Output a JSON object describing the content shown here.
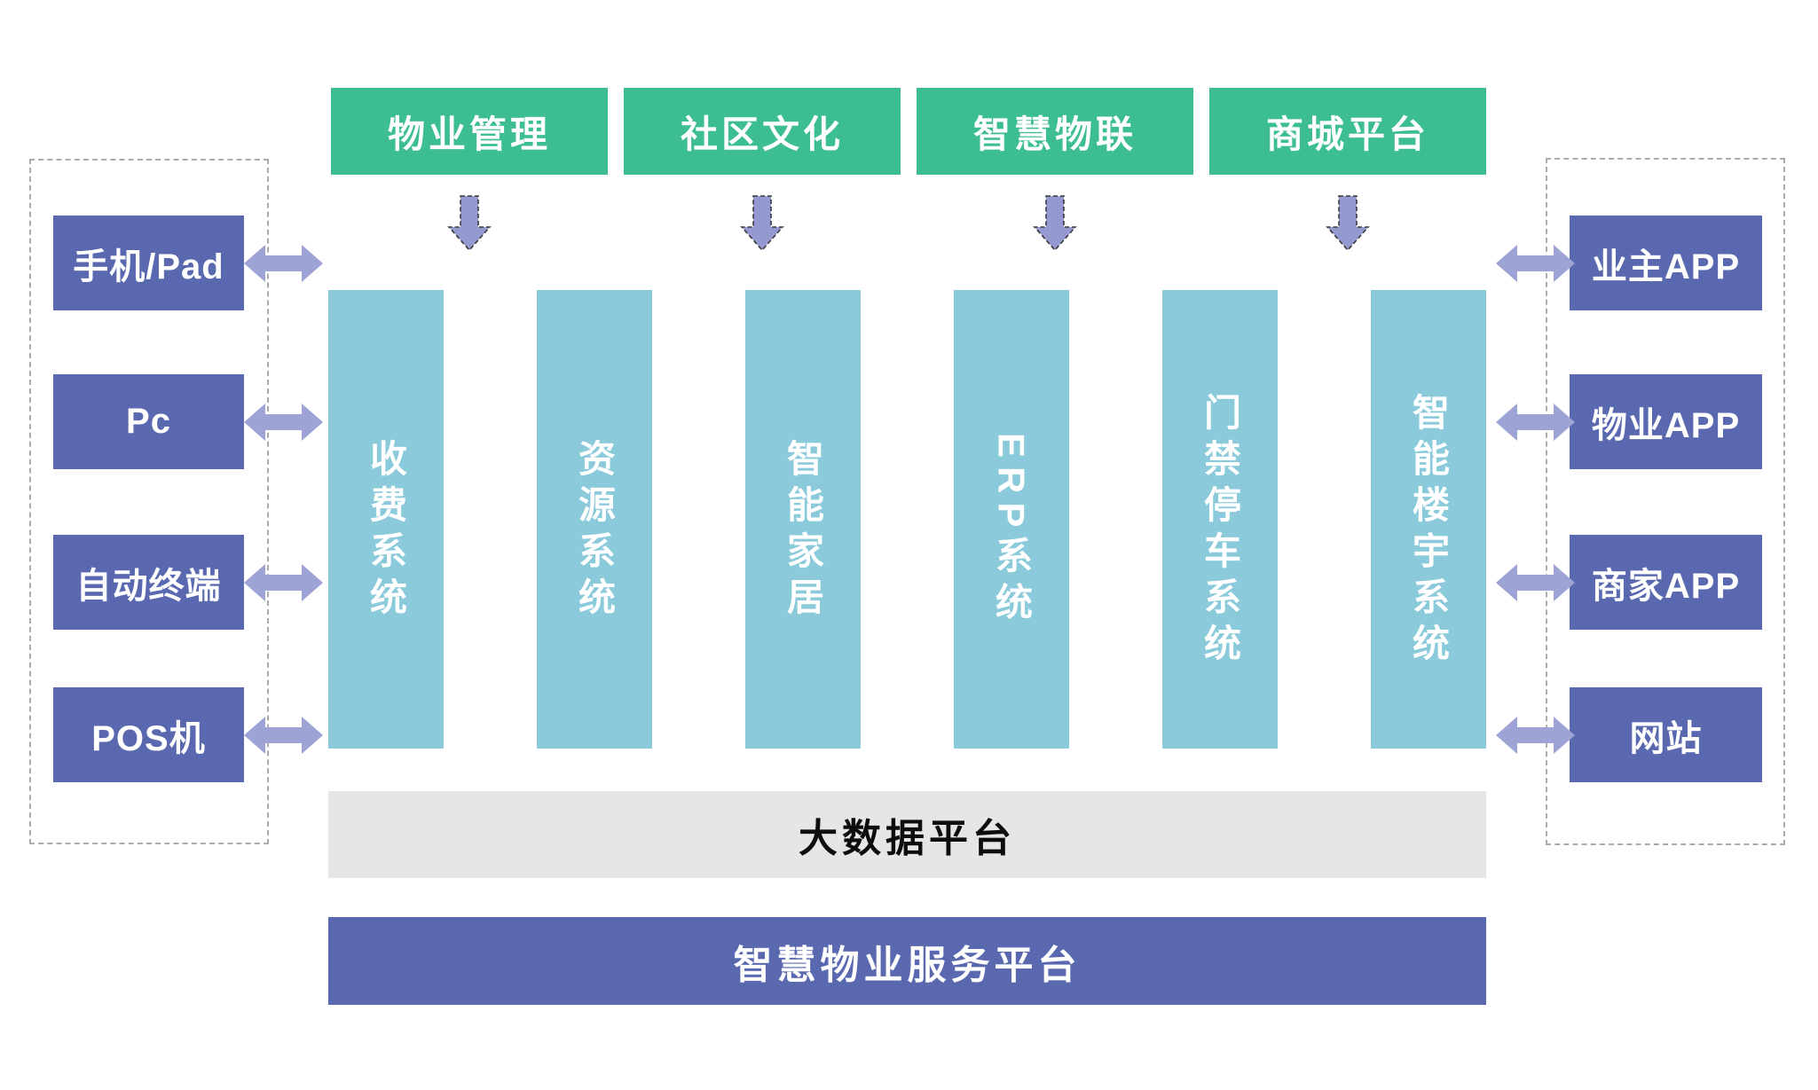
{
  "headers": [
    {
      "label": "物业管理"
    },
    {
      "label": "社区文化"
    },
    {
      "label": "智慧物联"
    },
    {
      "label": "商城平台"
    }
  ],
  "left_devices": [
    {
      "label": "手机/Pad"
    },
    {
      "label": "Pc"
    },
    {
      "label": "自动终端"
    },
    {
      "label": "POS机"
    }
  ],
  "right_clients": [
    {
      "label": "业主APP"
    },
    {
      "label": "物业APP"
    },
    {
      "label": "商家APP"
    },
    {
      "label": "网站"
    }
  ],
  "systems": [
    {
      "label": "收费系统"
    },
    {
      "label": "资源系统"
    },
    {
      "label": "智能家居"
    },
    {
      "label": "ERP系统"
    },
    {
      "label": "门禁停车系统"
    },
    {
      "label": "智能楼宇系统"
    }
  ],
  "big_data_bar": {
    "label": "大数据平台"
  },
  "platform_bar": {
    "label": "智慧物业服务平台"
  },
  "colors": {
    "header_green": "#3CBE91",
    "system_teal": "#8ACADA",
    "box_purple": "#5A69AF",
    "arrow_periwinkle": "#9EA3D5",
    "down_arrow_fill": "#9499CF",
    "gray_bar": "#E6E6E6",
    "dashed_border": "#ABABAB",
    "background": "#FFFFFF"
  }
}
